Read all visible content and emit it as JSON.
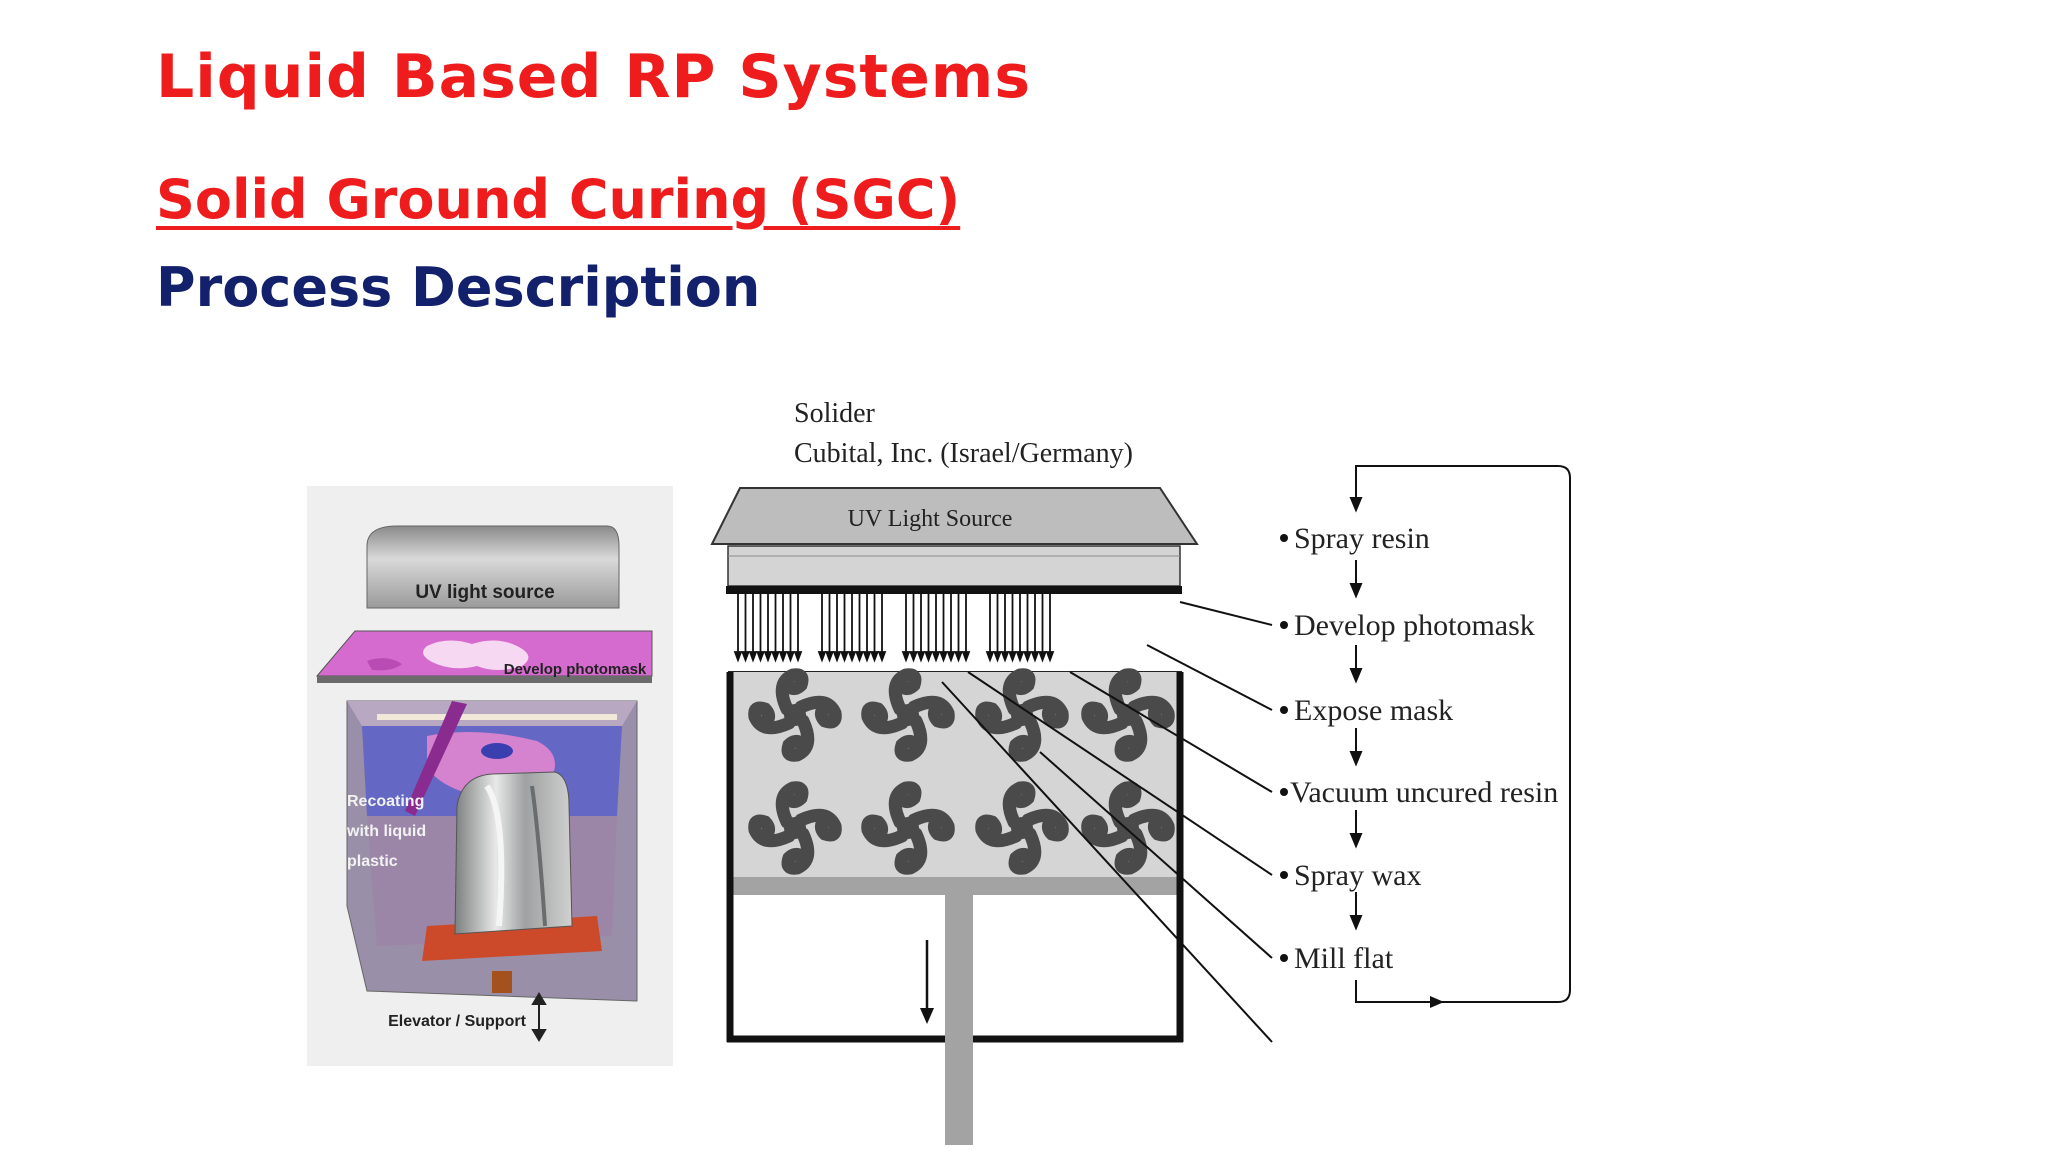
{
  "slide": {
    "title": "Liquid Based RP Systems",
    "subtitle": "Solid Ground Curing (SGC)",
    "heading": "Process Description"
  },
  "photo": {
    "uv_label": "UV light source",
    "photomask_label": "Develop photomask",
    "recoat_lines": [
      "Recoating",
      "with liquid",
      "plastic"
    ],
    "elevator_label": "Elevator / Support"
  },
  "schematic": {
    "maker_line1": "Solider",
    "maker_line2": "Cubital, Inc. (Israel/Germany)",
    "uv_label": "UV Light Source",
    "steps": [
      "Spray resin",
      "Develop photomask",
      "Expose mask",
      "Vacuum uncured resin",
      "Spray wax",
      "Mill flat"
    ]
  },
  "colors": {
    "title_red": "#ee1c1c",
    "heading_navy": "#13206b"
  }
}
